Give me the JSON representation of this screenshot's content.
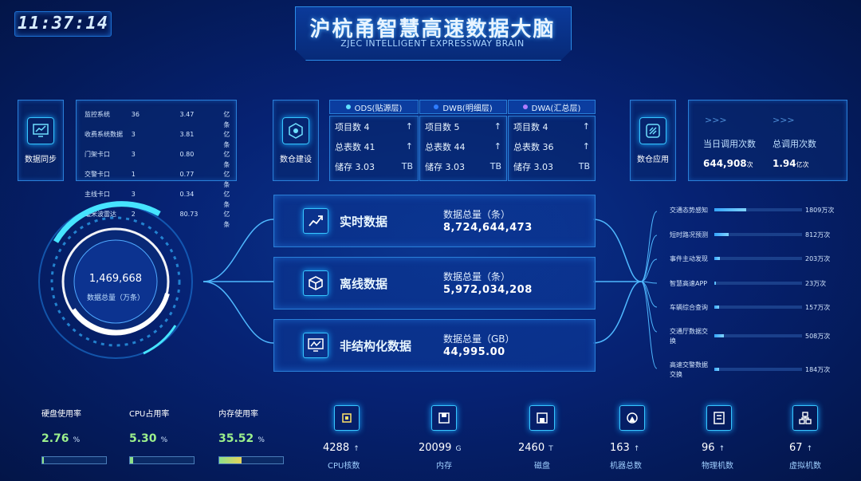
{
  "clock": "11:37:14",
  "title": {
    "cn": "沪杭甬智慧高速数据大脑",
    "en": "ZJEC INTELLIGENT EXPRESSWAY BRAIN"
  },
  "sync": {
    "label": "数据同步",
    "rows": [
      {
        "name": "监控系统",
        "count": "36",
        "value": "3.47",
        "unit": "亿条"
      },
      {
        "name": "收费系统数据",
        "count": "3",
        "value": "3.81",
        "unit": "亿条"
      },
      {
        "name": "门架卡口",
        "count": "3",
        "value": "0.80",
        "unit": "亿条"
      },
      {
        "name": "交警卡口",
        "count": "1",
        "value": "0.77",
        "unit": "亿条"
      },
      {
        "name": "主线卡口",
        "count": "3",
        "value": "0.34",
        "unit": "亿条"
      },
      {
        "name": "毫米波雷达",
        "count": "2",
        "value": "80.73",
        "unit": "亿条"
      }
    ]
  },
  "warehouse": {
    "label": "数仓建设",
    "layers": [
      {
        "name": "ODS(贴源层)",
        "color": "#5fe0ff",
        "projects": "项目数 4",
        "tables": "总表数 41",
        "storage": "储存 3.03",
        "unit": "TB",
        "arrow": "↑"
      },
      {
        "name": "DWB(明细层)",
        "color": "#2f7dff",
        "projects": "项目数 5",
        "tables": "总表数 44",
        "storage": "储存 3.03",
        "unit": "TB",
        "arrow": "↑"
      },
      {
        "name": "DWA(汇总层)",
        "color": "#b07cff",
        "projects": "项目数 4",
        "tables": "总表数 36",
        "storage": "储存 3.03",
        "unit": "TB",
        "arrow": "↑"
      }
    ]
  },
  "app": {
    "label": "数仓应用",
    "today_label": "当日调用次数",
    "today_value": "644,908",
    "today_unit": "次",
    "total_label": "总调用次数",
    "total_value": "1.94",
    "total_unit": "亿次"
  },
  "ring": {
    "value": "1,469,668",
    "label": "数据总量（万条）"
  },
  "flows": [
    {
      "title": "实时数据",
      "label": "数据总量（条）",
      "value": "8,724,644,473",
      "icon": "trend-chart-icon"
    },
    {
      "title": "离线数据",
      "label": "数据总量（条）",
      "value": "5,972,034,208",
      "icon": "cube-icon"
    },
    {
      "title": "非结构化数据",
      "label": "数据总量（GB）",
      "value": "44,995.00",
      "icon": "monitor-chart-icon"
    }
  ],
  "services": [
    {
      "name": "交通态势感知",
      "value": "1809万次",
      "fill": 0.36
    },
    {
      "name": "短时路况预测",
      "value": "812万次",
      "fill": 0.16
    },
    {
      "name": "事件主动发现",
      "value": "203万次",
      "fill": 0.06
    },
    {
      "name": "智慧高速APP",
      "value": "23万次",
      "fill": 0.02
    },
    {
      "name": "车辆综合查询",
      "value": "157万次",
      "fill": 0.05
    },
    {
      "name": "交通厅数据交换",
      "value": "508万次",
      "fill": 0.11
    },
    {
      "name": "高速交警数据交换",
      "value": "184万次",
      "fill": 0.05
    }
  ],
  "metrics": [
    {
      "label": "硬盘使用率",
      "value": "2.76",
      "unit": "%",
      "fill": 0.0276
    },
    {
      "label": "CPU占用率",
      "value": "5.30",
      "unit": "%",
      "fill": 0.053
    },
    {
      "label": "内存使用率",
      "value": "35.52",
      "unit": "%",
      "fill": 0.3552
    }
  ],
  "resources": [
    {
      "label": "CPU核数",
      "value": "4288",
      "unit": "↑",
      "icon": "cpu-icon"
    },
    {
      "label": "内存",
      "value": "20099",
      "unit": "G",
      "icon": "memory-icon"
    },
    {
      "label": "磁盘",
      "value": "2460",
      "unit": "T",
      "icon": "disk-icon"
    },
    {
      "label": "机器总数",
      "value": "163",
      "unit": "↑",
      "icon": "server-icon"
    },
    {
      "label": "物理机数",
      "value": "96",
      "unit": "↑",
      "icon": "physical-machine-icon"
    },
    {
      "label": "虚拟机数",
      "value": "67",
      "unit": "↑",
      "icon": "virtual-machine-icon"
    }
  ]
}
